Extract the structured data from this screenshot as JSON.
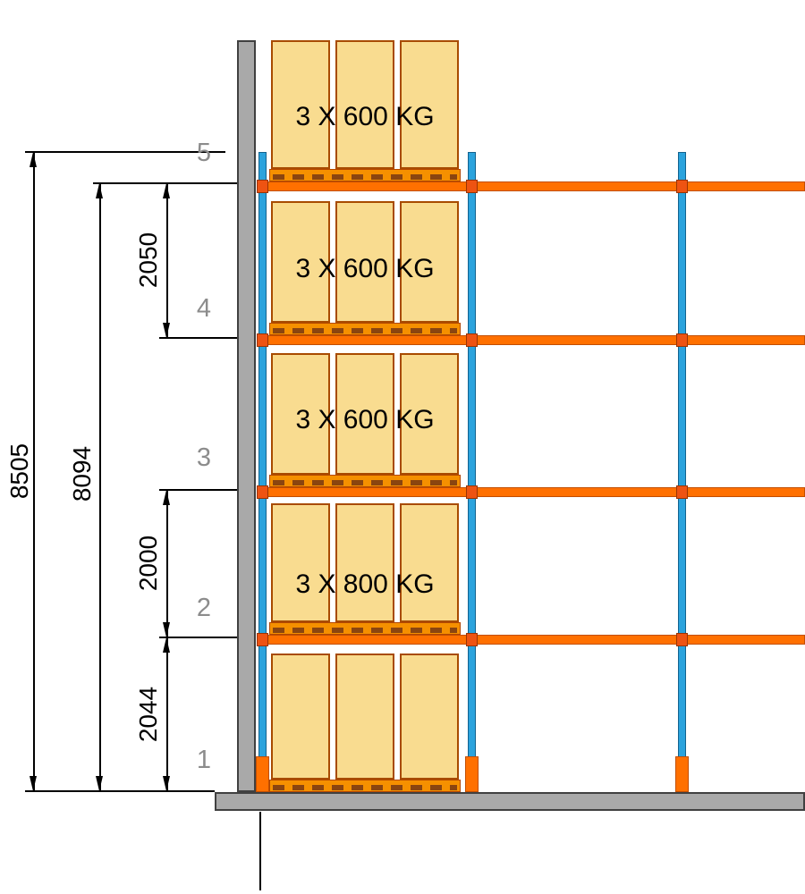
{
  "levels": [
    {
      "number": "5",
      "load_label": "3 X 600 KG"
    },
    {
      "number": "4",
      "load_label": "3 X 600 KG"
    },
    {
      "number": "3",
      "load_label": "3 X 600 KG"
    },
    {
      "number": "2",
      "load_label": "3 X 800 KG"
    },
    {
      "number": "1",
      "load_label": ""
    }
  ],
  "dimensions": {
    "overall_height": "8505",
    "frame_height": "8094",
    "spacing_level_5_to_4": "2050",
    "spacing_level_3_to_2": "2000",
    "spacing_level_2_to_floor": "2044"
  },
  "colors": {
    "beam_orange": "#ff7000",
    "upright_blue": "#2ba3dd",
    "load_fill": "#f9dc90",
    "load_border": "#a84b00",
    "structure_gray": "#a9a9a9",
    "level_number_gray": "#8c8c8c"
  }
}
